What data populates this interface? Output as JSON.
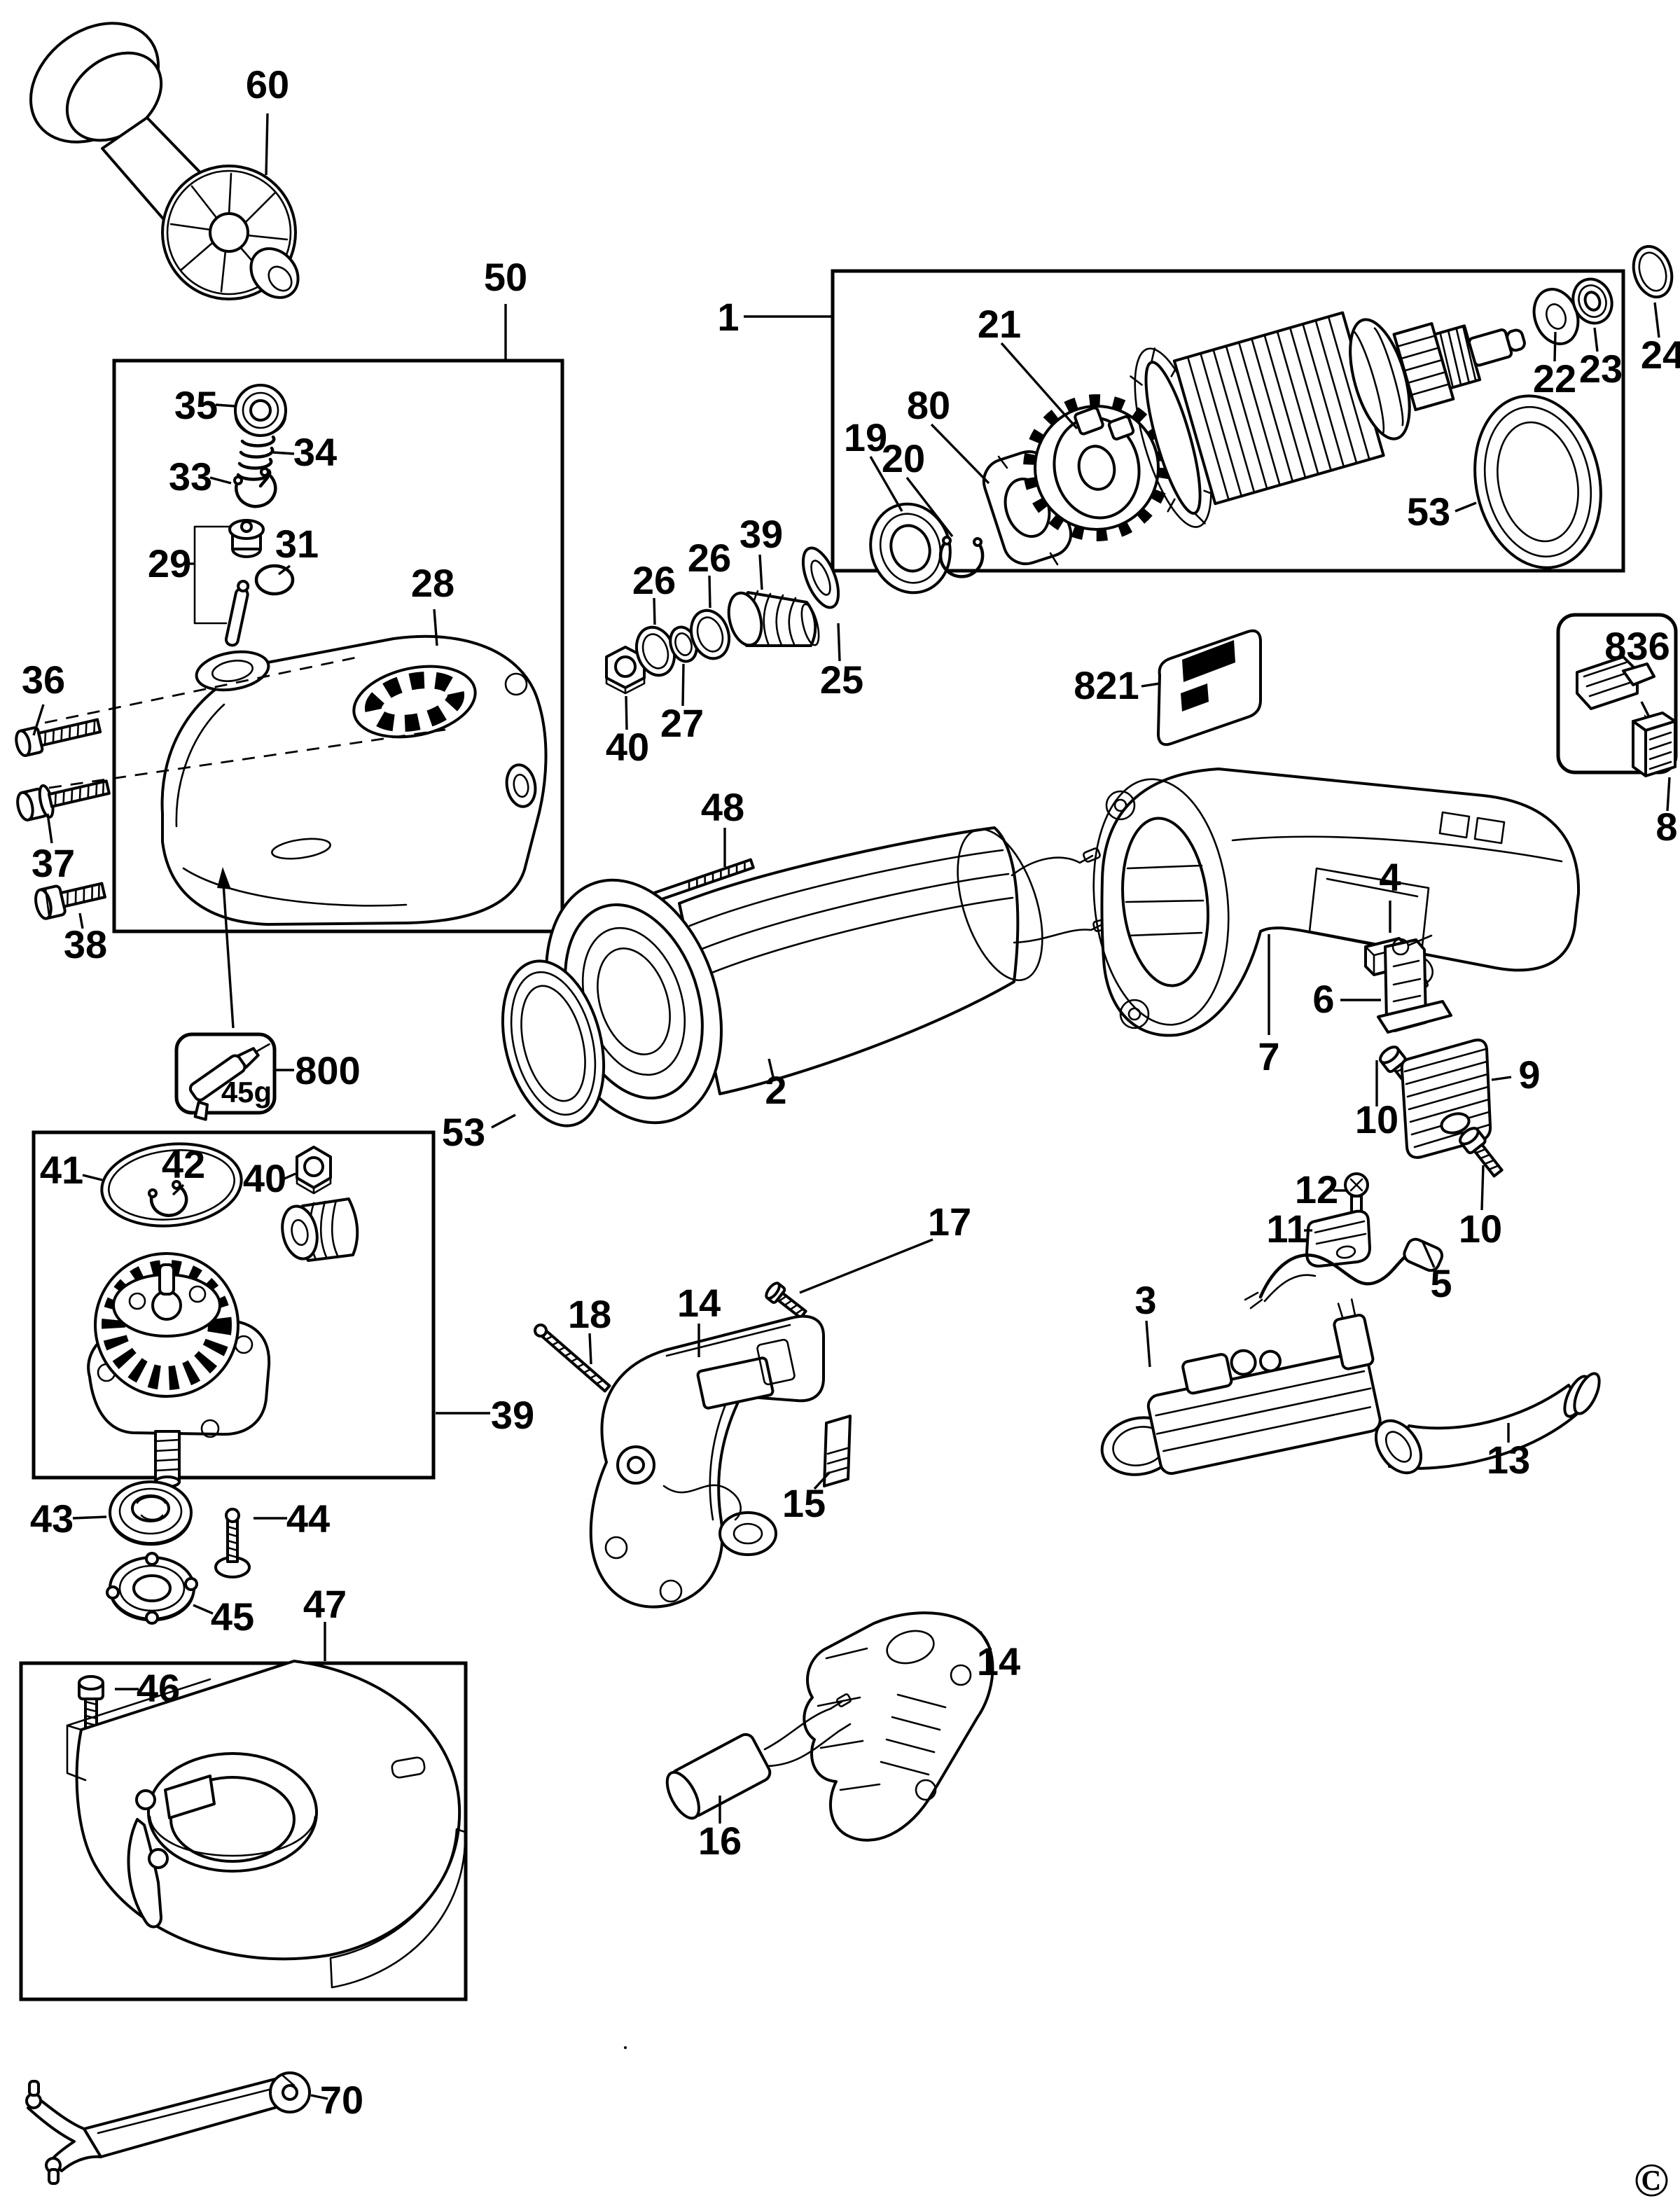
{
  "diagram": {
    "type": "exploded-parts-diagram",
    "subject": "angle grinder service parts drawing",
    "background_color": "#ffffff",
    "ink_color": "#000000"
  },
  "labels": {
    "p60": "60",
    "p50": "50",
    "p35": "35",
    "p34": "34",
    "p33": "33",
    "p29": "29",
    "p31": "31",
    "p28": "28",
    "p36": "36",
    "p37": "37",
    "p38": "38",
    "p800": "800",
    "p45g": "45g",
    "p53_left": "53",
    "p41": "41",
    "p42": "42",
    "p40_box39": "40",
    "p39_box": "39",
    "p43": "43",
    "p44": "44",
    "p45": "45",
    "p47": "47",
    "p46": "46",
    "p70": "70",
    "p26_right": "26",
    "p26_left": "26",
    "p39_gear": "39",
    "p25": "25",
    "p27": "27",
    "p40_nut": "40",
    "p48": "48",
    "p2": "2",
    "p1": "1",
    "p19": "19",
    "p20": "20",
    "p80": "80",
    "p21": "21",
    "p22": "22",
    "p23": "23",
    "p24": "24",
    "p53_right": "53",
    "p821": "821",
    "p836": "836",
    "p8": "8",
    "p4": "4",
    "p6": "6",
    "p7": "7",
    "p9": "9",
    "p10_top": "10",
    "p10_bottom": "10",
    "p12": "12",
    "p11": "11",
    "p5": "5",
    "p17": "17",
    "p14_upper": "14",
    "p18": "18",
    "p3": "3",
    "p13": "13",
    "p15": "15",
    "p16": "16",
    "p14_lower": "14",
    "copyright": "©"
  }
}
